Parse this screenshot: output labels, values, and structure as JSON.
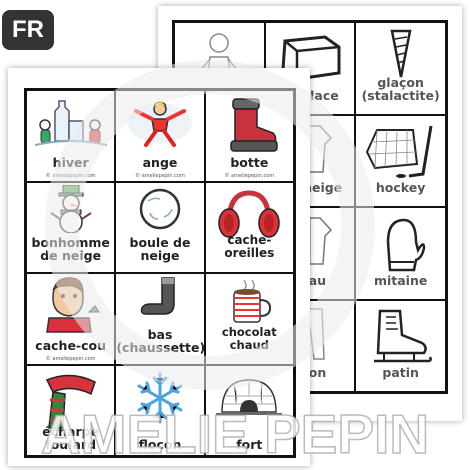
{
  "badge": "FR",
  "watermark": "AMELIE PEPIN",
  "credit": "© ameliepepin.com",
  "front_cards": [
    {
      "label": "hiver",
      "icon": "winter-castle-icon"
    },
    {
      "label": "ange",
      "icon": "snow-angel-icon"
    },
    {
      "label": "botte",
      "icon": "boot-icon"
    },
    {
      "label": "bonhomme de neige",
      "icon": "snowman-icon"
    },
    {
      "label": "boule de neige",
      "icon": "snowball-icon"
    },
    {
      "label": "cache-oreilles",
      "icon": "earmuffs-icon"
    },
    {
      "label": "cache-cou",
      "icon": "neck-warmer-icon"
    },
    {
      "label": "bas (chaussette)",
      "icon": "sock-icon"
    },
    {
      "label": "chocolat chaud",
      "icon": "hot-chocolate-icon"
    },
    {
      "label": "écharpe foulard",
      "icon": "scarf-icon"
    },
    {
      "label": "flocon",
      "icon": "snowflake-icon"
    },
    {
      "label": "fort",
      "icon": "igloo-icon"
    }
  ],
  "back_cards": [
    {
      "label": "",
      "icon": "child-icon"
    },
    {
      "label": "glace",
      "icon": "ice-block-icon"
    },
    {
      "label": "glaçon (stalactite)",
      "icon": "icicle-icon"
    },
    {
      "label": "",
      "icon": "blank-icon"
    },
    {
      "label": "boule de neige",
      "icon": "coat-icon"
    },
    {
      "label": "hockey",
      "icon": "hockey-net-icon"
    },
    {
      "label": "",
      "icon": "blank-icon"
    },
    {
      "label": "manteau",
      "icon": "jacket-icon"
    },
    {
      "label": "mitaine",
      "icon": "mitten-icon"
    },
    {
      "label": "",
      "icon": "blank-icon"
    },
    {
      "label": "pantalon",
      "icon": "pants-icon"
    },
    {
      "label": "patin",
      "icon": "skate-icon"
    }
  ]
}
